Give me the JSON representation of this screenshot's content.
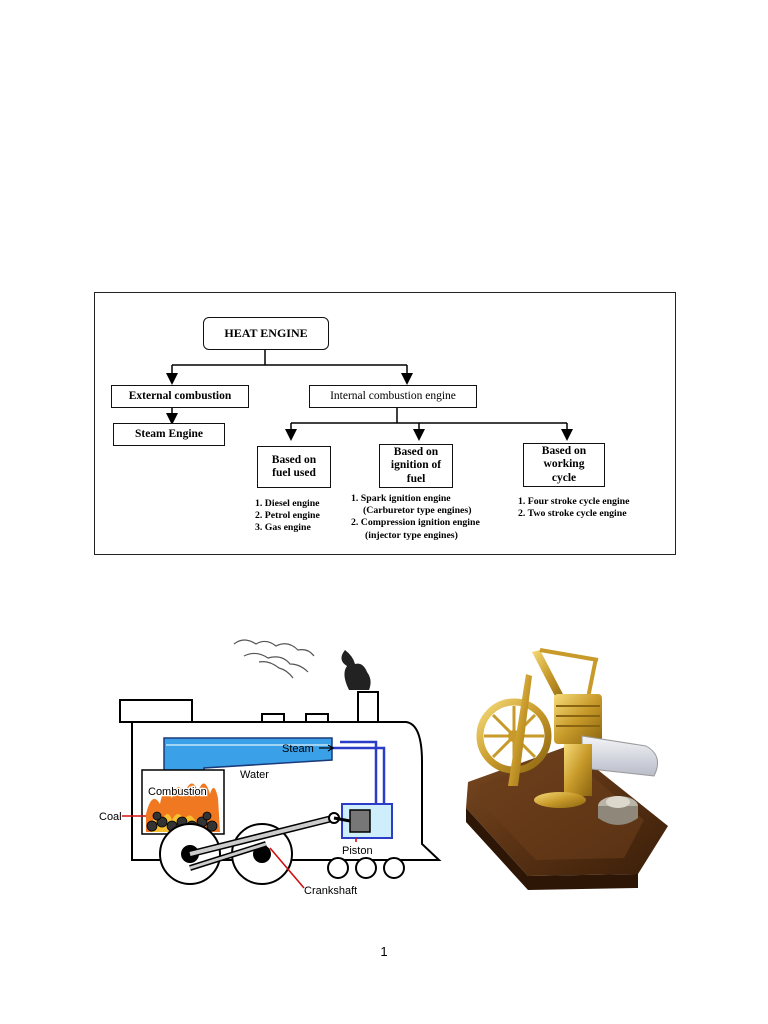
{
  "flowchart": {
    "root": "HEAT ENGINE",
    "external": "External combustion",
    "external_child": "Steam Engine",
    "internal": "Internal combustion engine",
    "categories": [
      {
        "label": "Based on fuel used",
        "items": [
          "1. Diesel engine",
          "2. Petrol engine",
          "3. Gas engine"
        ]
      },
      {
        "label": "Based on ignition of fuel",
        "items": [
          "1. Spark ignition engine",
          "(Carburetor type engines)",
          "2. Compression ignition engine",
          "(injector type engines)"
        ]
      },
      {
        "label": "Based on working cycle",
        "items": [
          "1. Four stroke cycle engine",
          "2. Two stroke cycle engine"
        ]
      }
    ]
  },
  "steam_diagram": {
    "labels": {
      "steam": "Steam",
      "water": "Water",
      "combustion": "Combustion",
      "coal": "Coal",
      "piston": "Piston",
      "crankshaft": "Crankshaft"
    }
  },
  "page_number": "1"
}
